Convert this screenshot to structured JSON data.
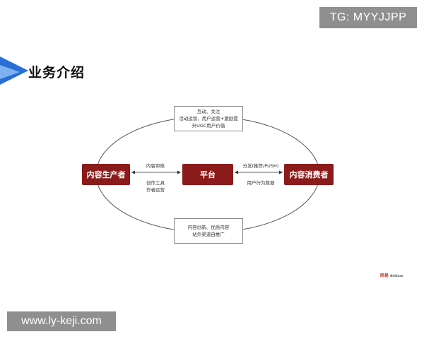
{
  "overlay": {
    "tg_badge": "TG: MYYJJPP",
    "watermark": "www.ly-keji.com"
  },
  "header": {
    "title": "业务介绍"
  },
  "diagram": {
    "nodes": {
      "producer": "内容生产者",
      "platform": "平台",
      "consumer": "内容消费者"
    },
    "top_box": {
      "line1": "互动、关注",
      "line2": "活动运营、用户运营+激励提",
      "line3": "升UGC用户价值"
    },
    "bottom_box": {
      "line1": "内容创新、优质内容",
      "line2": "站外渠道自推广"
    },
    "edges": {
      "producer_platform_top": "内容审核",
      "producer_platform_bottom_1": "创作工具",
      "producer_platform_bottom_2": "作者运营",
      "platform_consumer_top": "分发(推荐/PUSH)",
      "platform_consumer_bottom": "用户行为数据"
    },
    "colors": {
      "node_fill": "#8b1a1a",
      "line": "#555555"
    }
  },
  "logo": {
    "cn": "网易",
    "en": "NetEase"
  }
}
